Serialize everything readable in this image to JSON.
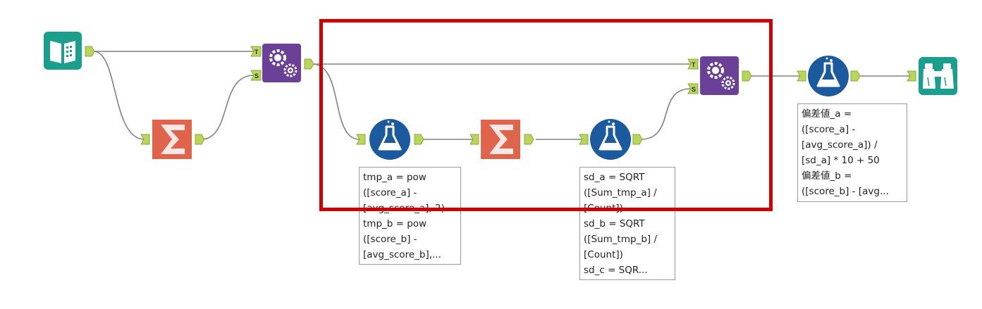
{
  "workflow": {
    "tools": [
      {
        "name": "input-data",
        "icon": "book-icon"
      },
      {
        "name": "summarize-1",
        "icon": "sigma-icon"
      },
      {
        "name": "append-fields-1",
        "icon": "gears-plus-icon",
        "anchors": [
          "T",
          "S"
        ]
      },
      {
        "name": "formula-1",
        "icon": "flask-icon"
      },
      {
        "name": "summarize-2",
        "icon": "sigma-icon"
      },
      {
        "name": "formula-2",
        "icon": "flask-icon"
      },
      {
        "name": "append-fields-2",
        "icon": "gears-plus-icon",
        "anchors": [
          "T",
          "S"
        ]
      },
      {
        "name": "formula-3",
        "icon": "flask-icon"
      },
      {
        "name": "browse",
        "icon": "binoculars-icon"
      }
    ],
    "anchor_labels": {
      "target": "T",
      "source": "S"
    },
    "annotations": {
      "formula_1": "tmp_a = pow\n([score_a] -\n[avg_score_a], 2)\ntmp_b = pow\n([score_b] -\n[avg_score_b],...",
      "formula_2": "sd_a = SQRT\n([Sum_tmp_a] /\n[Count])\nsd_b = SQRT\n([Sum_tmp_b] /\n[Count])\nsd_c = SQR...",
      "formula_3": "偏差値_a =\n([score_a] -\n[avg_score_a]) /\n[sd_a] * 10 + 50\n偏差値_b =\n([score_b] - [avg..."
    }
  },
  "colors": {
    "input_teal": "#1a9f8c",
    "summarize_orange": "#e0644b",
    "append_purple": "#6a4196",
    "formula_blue": "#1b5a9e",
    "anchor_green": "#b7d65a",
    "connector_gray": "#808080",
    "highlight_red": "#d10000"
  }
}
